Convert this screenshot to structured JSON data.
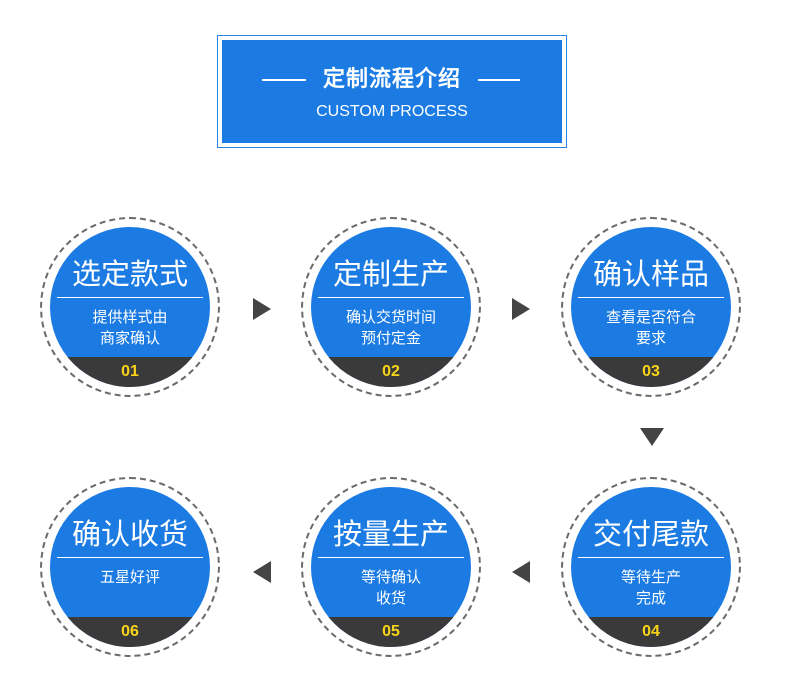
{
  "header": {
    "title": "定制流程介绍",
    "subtitle": "CUSTOM PROCESS"
  },
  "steps": [
    {
      "title": "选定款式",
      "desc": [
        "提供样式由",
        "商家确认"
      ],
      "number": "01"
    },
    {
      "title": "定制生产",
      "desc": [
        "确认交货时间",
        "预付定金"
      ],
      "number": "02"
    },
    {
      "title": "确认样品",
      "desc": [
        "查看是否符合",
        "要求"
      ],
      "number": "03"
    },
    {
      "title": "交付尾款",
      "desc": [
        "等待生产",
        "完成"
      ],
      "number": "04"
    },
    {
      "title": "按量生产",
      "desc": [
        "等待确认",
        "收货"
      ],
      "number": "05"
    },
    {
      "title": "确认收货",
      "desc": [
        "五星好评"
      ],
      "number": "06"
    }
  ],
  "colors": {
    "primary_blue": "#1b7be3",
    "band_dark": "#3a3a3a",
    "number_yellow": "#f7d417",
    "arrow": "#444444"
  }
}
